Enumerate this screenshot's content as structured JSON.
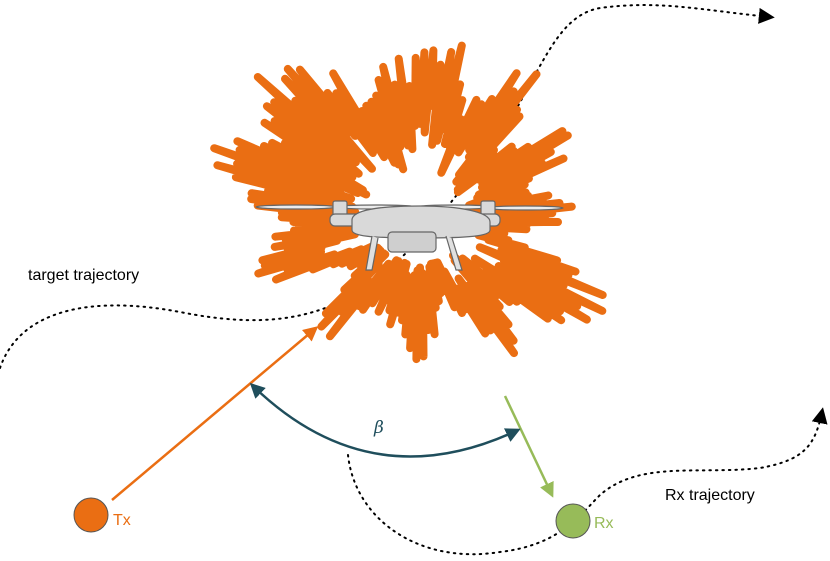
{
  "labels": {
    "target_trajectory": "target trajectory",
    "rx_trajectory": "Rx trajectory",
    "tx": "Tx",
    "rx": "Rx",
    "beta": "β"
  },
  "colors": {
    "tx": "#ea6e13",
    "rx": "#97bb59",
    "angle": "#1f4e5c",
    "trajectory": "#000000",
    "radar_pattern": "#ea6e13",
    "drone_body": "#d4d4d4"
  },
  "icons": {
    "target": "quadcopter-drone-icon",
    "transmitter": "circle-node-icon",
    "receiver": "circle-node-icon"
  }
}
